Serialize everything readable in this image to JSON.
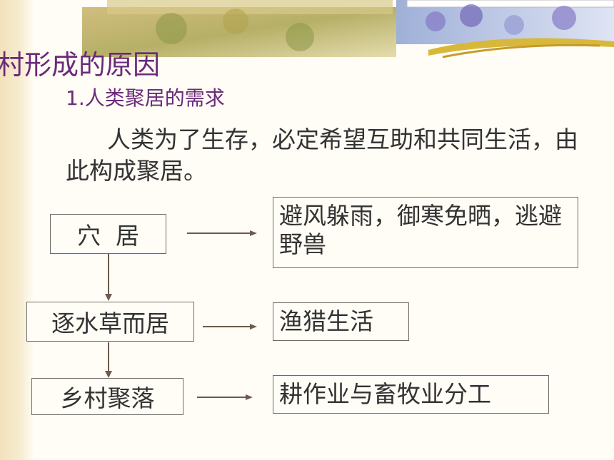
{
  "title": "村形成的原因",
  "section_heading": "1.人类聚居的需求",
  "body_text": "人类为了生存，必定希望互助和共同生活，由此构成聚居。",
  "stages": [
    {
      "label": "穴  居",
      "result": "避风躲雨，御寒免晒，逃避野兽"
    },
    {
      "label": "逐水草而居",
      "result": "渔猎生活"
    },
    {
      "label": "乡村聚落",
      "result": "耕作业与畜牧业分工"
    }
  ],
  "colors": {
    "title": "#6b2a7a",
    "text": "#333333",
    "border": "#6b6b6b",
    "arrow": "#6b5a50"
  }
}
